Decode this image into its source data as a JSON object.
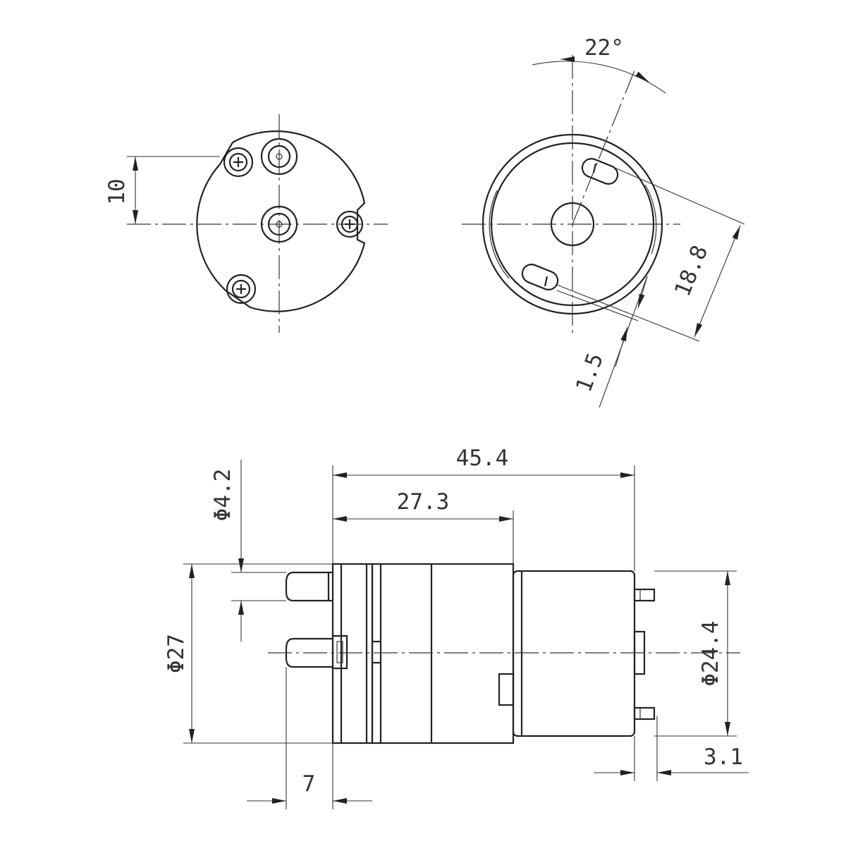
{
  "dimensions": {
    "bolt_spacing": "10",
    "port_angle": "22°",
    "slot_span": "18.8",
    "slot_width": "1.5",
    "overall_length": "45.4",
    "pump_head_length": "27.3",
    "port_diameter": "Φ4.2",
    "pump_head_diameter": "Φ27",
    "motor_diameter": "Φ24.4",
    "terminal_offset": "3.1",
    "port_length": "7"
  }
}
